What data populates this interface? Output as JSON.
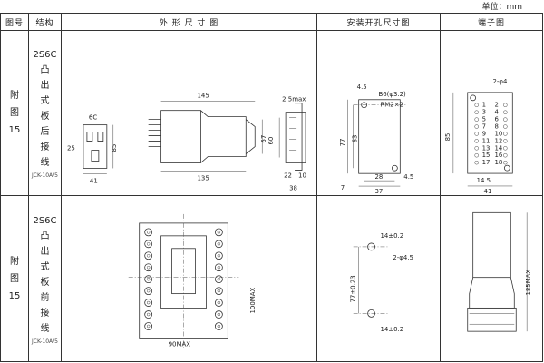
{
  "unit_label": "单位：mm",
  "headers": {
    "fig_no": "图号",
    "structure": "结构",
    "outline": "外 形 尺 寸 图",
    "mounting": "安装开孔尺寸图",
    "terminal": "端子图"
  },
  "rows": [
    {
      "fig_no": "附\n图\n15",
      "structure": "2S6C\n凸\n出\n式\n板\n后\n接\n线",
      "structure_sub": "JCK-10A/5",
      "outline_labels": {
        "d6c": "6C",
        "d145": "145",
        "d25": "25",
        "d85": "85",
        "d41": "41",
        "d135": "135",
        "d67": "67",
        "d25max": "2.5max",
        "d60": "60",
        "d22": "22",
        "d10": "10",
        "d38": "38"
      },
      "mounting_labels": {
        "d45": "4.5",
        "b6": "B6(φ3.2)",
        "rm2": "RM2×2",
        "d77": "77",
        "d63": "63",
        "d7": "7",
        "d28": "28",
        "d45b": "4.5",
        "d37": "37"
      },
      "terminal_labels": {
        "phi4": "2-φ4",
        "d85": "85",
        "d145": "14.5",
        "d41": "41",
        "left_nums": [
          "1",
          "3",
          "5",
          "7",
          "9",
          "11",
          "13",
          "15",
          "17"
        ],
        "right_nums": [
          "2",
          "4",
          "6",
          "8",
          "10",
          "12",
          "14",
          "16",
          "18"
        ]
      }
    },
    {
      "fig_no": "附\n图\n15",
      "structure": "2S6C\n凸\n出\n式\n板\n前\n接\n线",
      "structure_sub": "JCK-10A/5",
      "outline_labels": {
        "d100max": "100MAX",
        "d90max": "90MAX"
      },
      "mounting_labels": {
        "d14a": "14±0.2",
        "phi45": "2-φ4.5",
        "d77": "77±0.23",
        "d14b": "14±0.2"
      },
      "terminal_labels": {
        "d185max": "185MAX"
      }
    }
  ]
}
